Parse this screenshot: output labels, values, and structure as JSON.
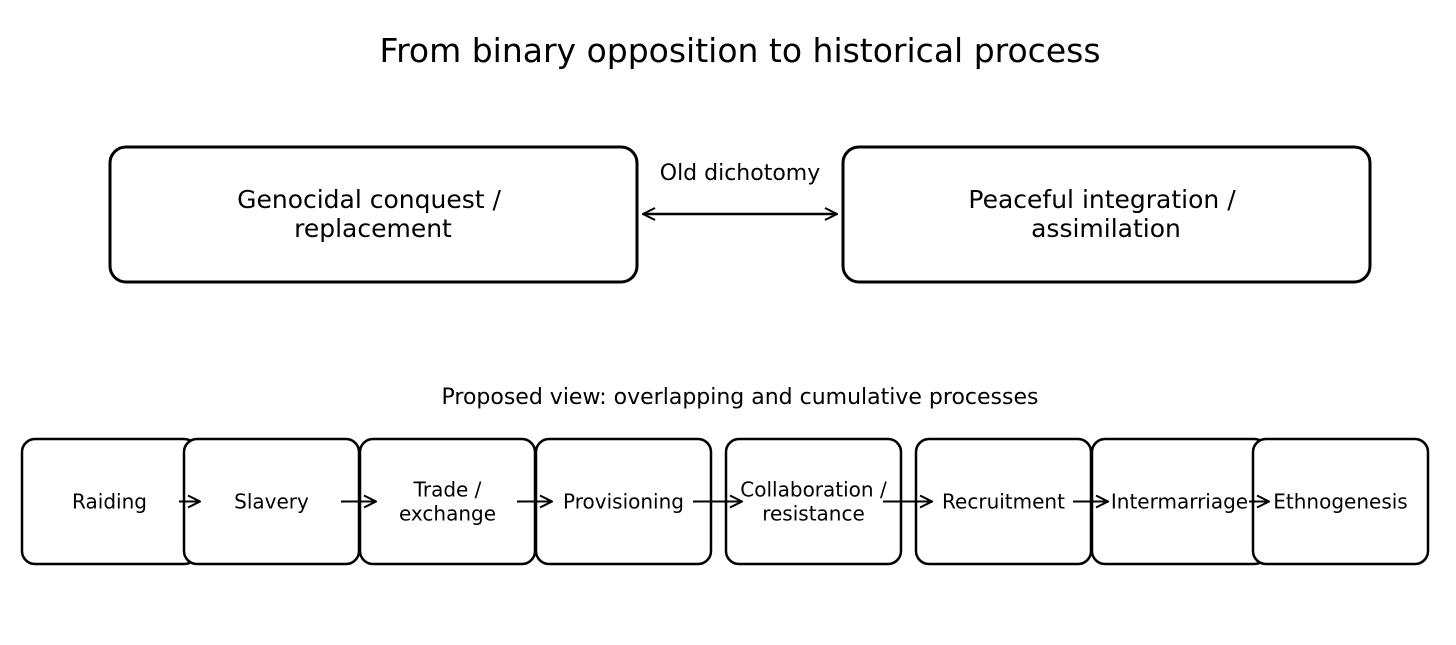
{
  "title": "From binary opposition to historical process",
  "dichotomy": {
    "left": [
      "Genocidal conquest /",
      "replacement"
    ],
    "right": [
      "Peaceful integration /",
      "assimilation"
    ],
    "connector_label": "Old dichotomy"
  },
  "process": {
    "heading": "Proposed view: overlapping and cumulative processes",
    "steps": [
      [
        "Raiding"
      ],
      [
        "Slavery"
      ],
      [
        "Trade /",
        "exchange"
      ],
      [
        "Provisioning"
      ],
      [
        "Collaboration /",
        "resistance"
      ],
      [
        "Recruitment"
      ],
      [
        "Intermarriage"
      ],
      [
        "Ethnogenesis"
      ]
    ]
  },
  "colors": {
    "stroke": "#000000",
    "background": "#ffffff",
    "text": "#000000"
  }
}
